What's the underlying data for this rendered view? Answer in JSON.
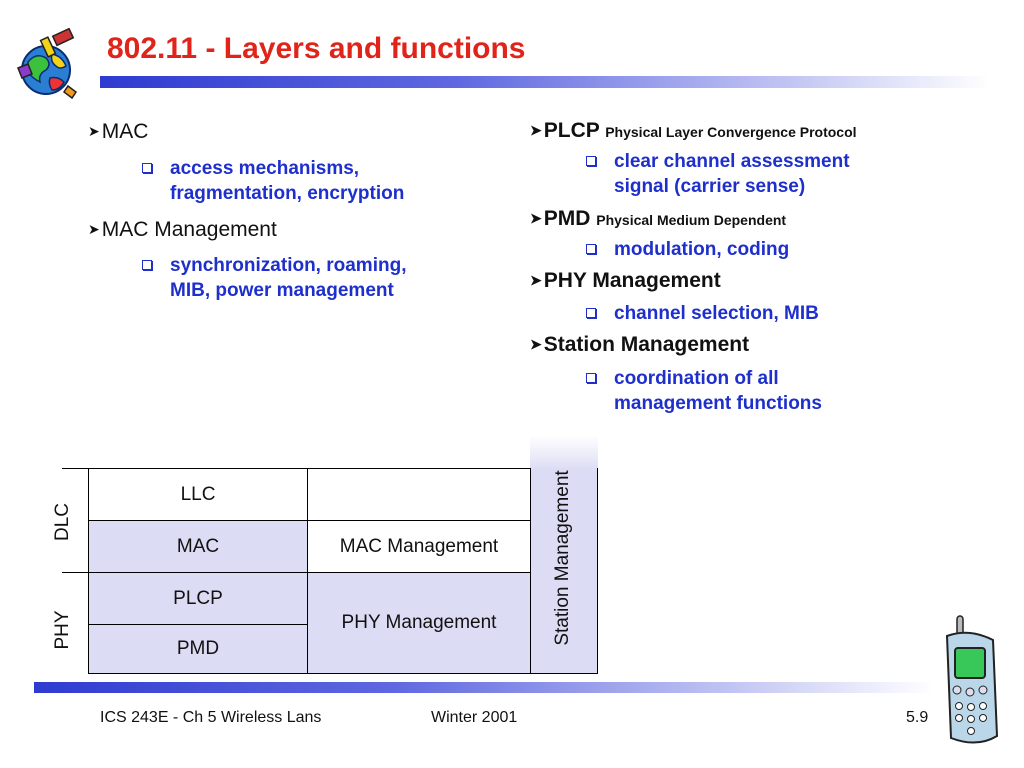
{
  "title": "802.11 - Layers and functions",
  "left_col": [
    {
      "label": "MAC",
      "subs": [
        "access mechanisms,\nfragmentation, encryption"
      ]
    },
    {
      "label": "MAC Management",
      "subs": [
        "synchronization, roaming,\nMIB, power management"
      ]
    }
  ],
  "right_col": [
    {
      "label": "PLCP",
      "suffix": "Physical Layer Convergence Protocol",
      "subs": [
        "clear channel assessment\nsignal (carrier sense)"
      ]
    },
    {
      "label": "PMD",
      "suffix": "Physical Medium Dependent",
      "subs": [
        "modulation, coding"
      ]
    },
    {
      "label": "PHY Management",
      "subs": [
        "channel selection, MIB"
      ]
    },
    {
      "label": "Station Management",
      "subs": [
        "coordination of all\nmanagement functions"
      ]
    }
  ],
  "diagram": {
    "side_labels": {
      "dlc": "DLC",
      "phy": "PHY"
    },
    "cells": {
      "llc": "LLC",
      "mac": "MAC",
      "plcp": "PLCP",
      "pmd": "PMD",
      "mac_mgmt": "MAC Management",
      "phy_mgmt": "PHY Management",
      "station_mgmt": "Station Management"
    }
  },
  "footer": {
    "course": "ICS 243E - Ch 5 Wireless Lans",
    "term": "Winter 2001",
    "page": "5.9"
  },
  "icons": {
    "logo": "globe-satellite-logo-icon",
    "phone": "mobile-phone-icon",
    "level1_bullet": "arrowhead-bullet-icon",
    "level2_bullet": "hollow-square-bullet-icon"
  },
  "colors": {
    "title": "#e0241a",
    "sub_text": "#1e2fcc",
    "cell_fill": "#dcdcf5",
    "rule": "#2f3bd0"
  }
}
